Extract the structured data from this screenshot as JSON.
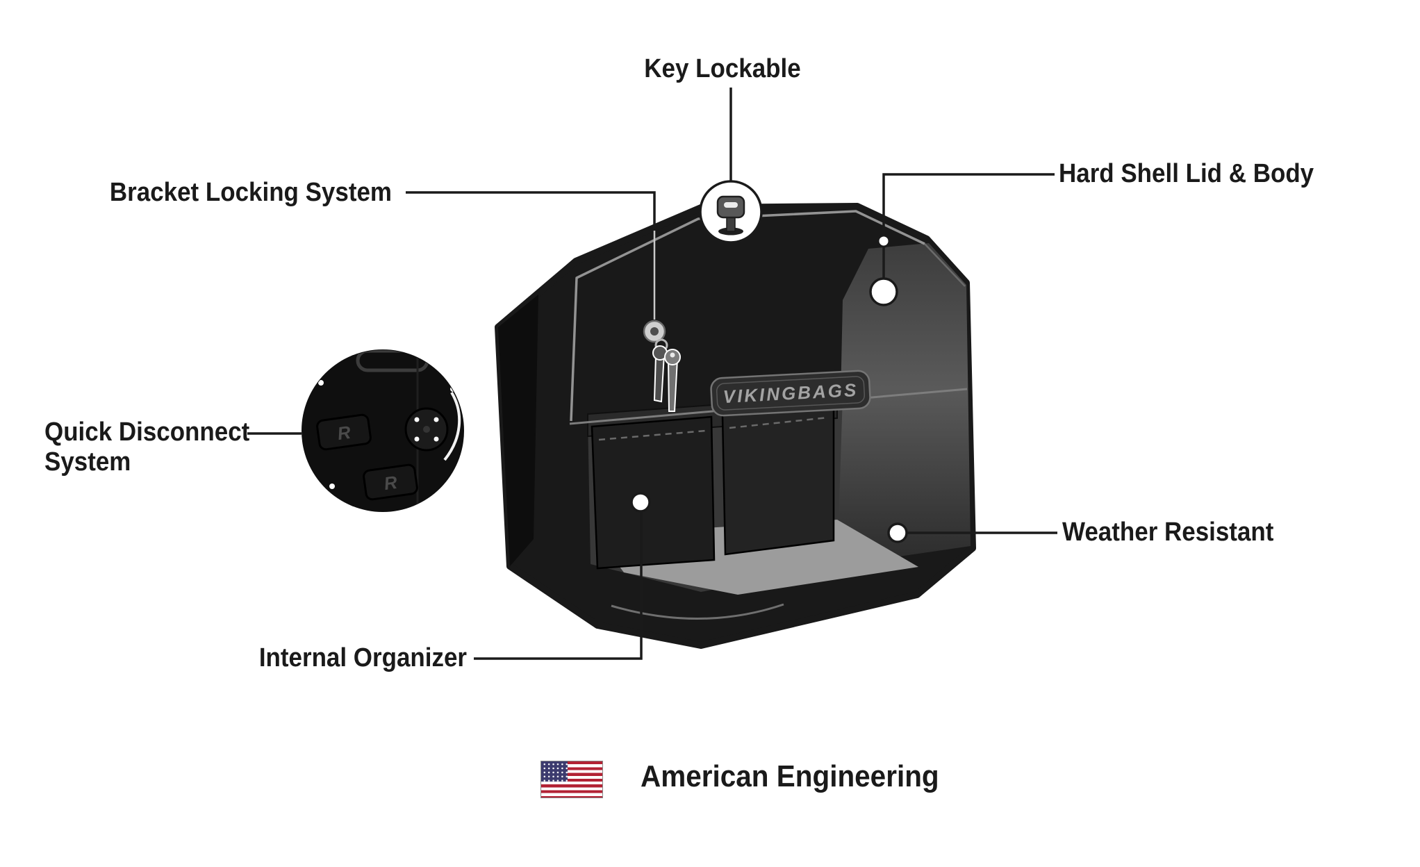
{
  "page": {
    "type": "product-feature-diagram",
    "background": "#ffffff"
  },
  "callouts": {
    "key_lockable": "Key Lockable",
    "bracket_locking_system": "Bracket Locking System",
    "hard_shell_lid_body": "Hard Shell Lid & Body",
    "quick_disconnect_system": "Quick Disconnect System",
    "weather_resistant": "Weather Resistant",
    "internal_organizer": "Internal Organizer"
  },
  "footer": {
    "american_engineering": "American Engineering",
    "flag_icon": "us-flag-icon"
  },
  "illustration": {
    "brand_badge": "VIKINGBAGS",
    "bracket_stamp": "R"
  },
  "colors": {
    "line": "#1a1a1a",
    "text": "#1a1a1a",
    "bag_black": "#191919",
    "interior_gray": "#555555",
    "floor_gray": "#9c9c9c",
    "flag_red": "#B22234",
    "flag_blue": "#3C3B6E"
  }
}
